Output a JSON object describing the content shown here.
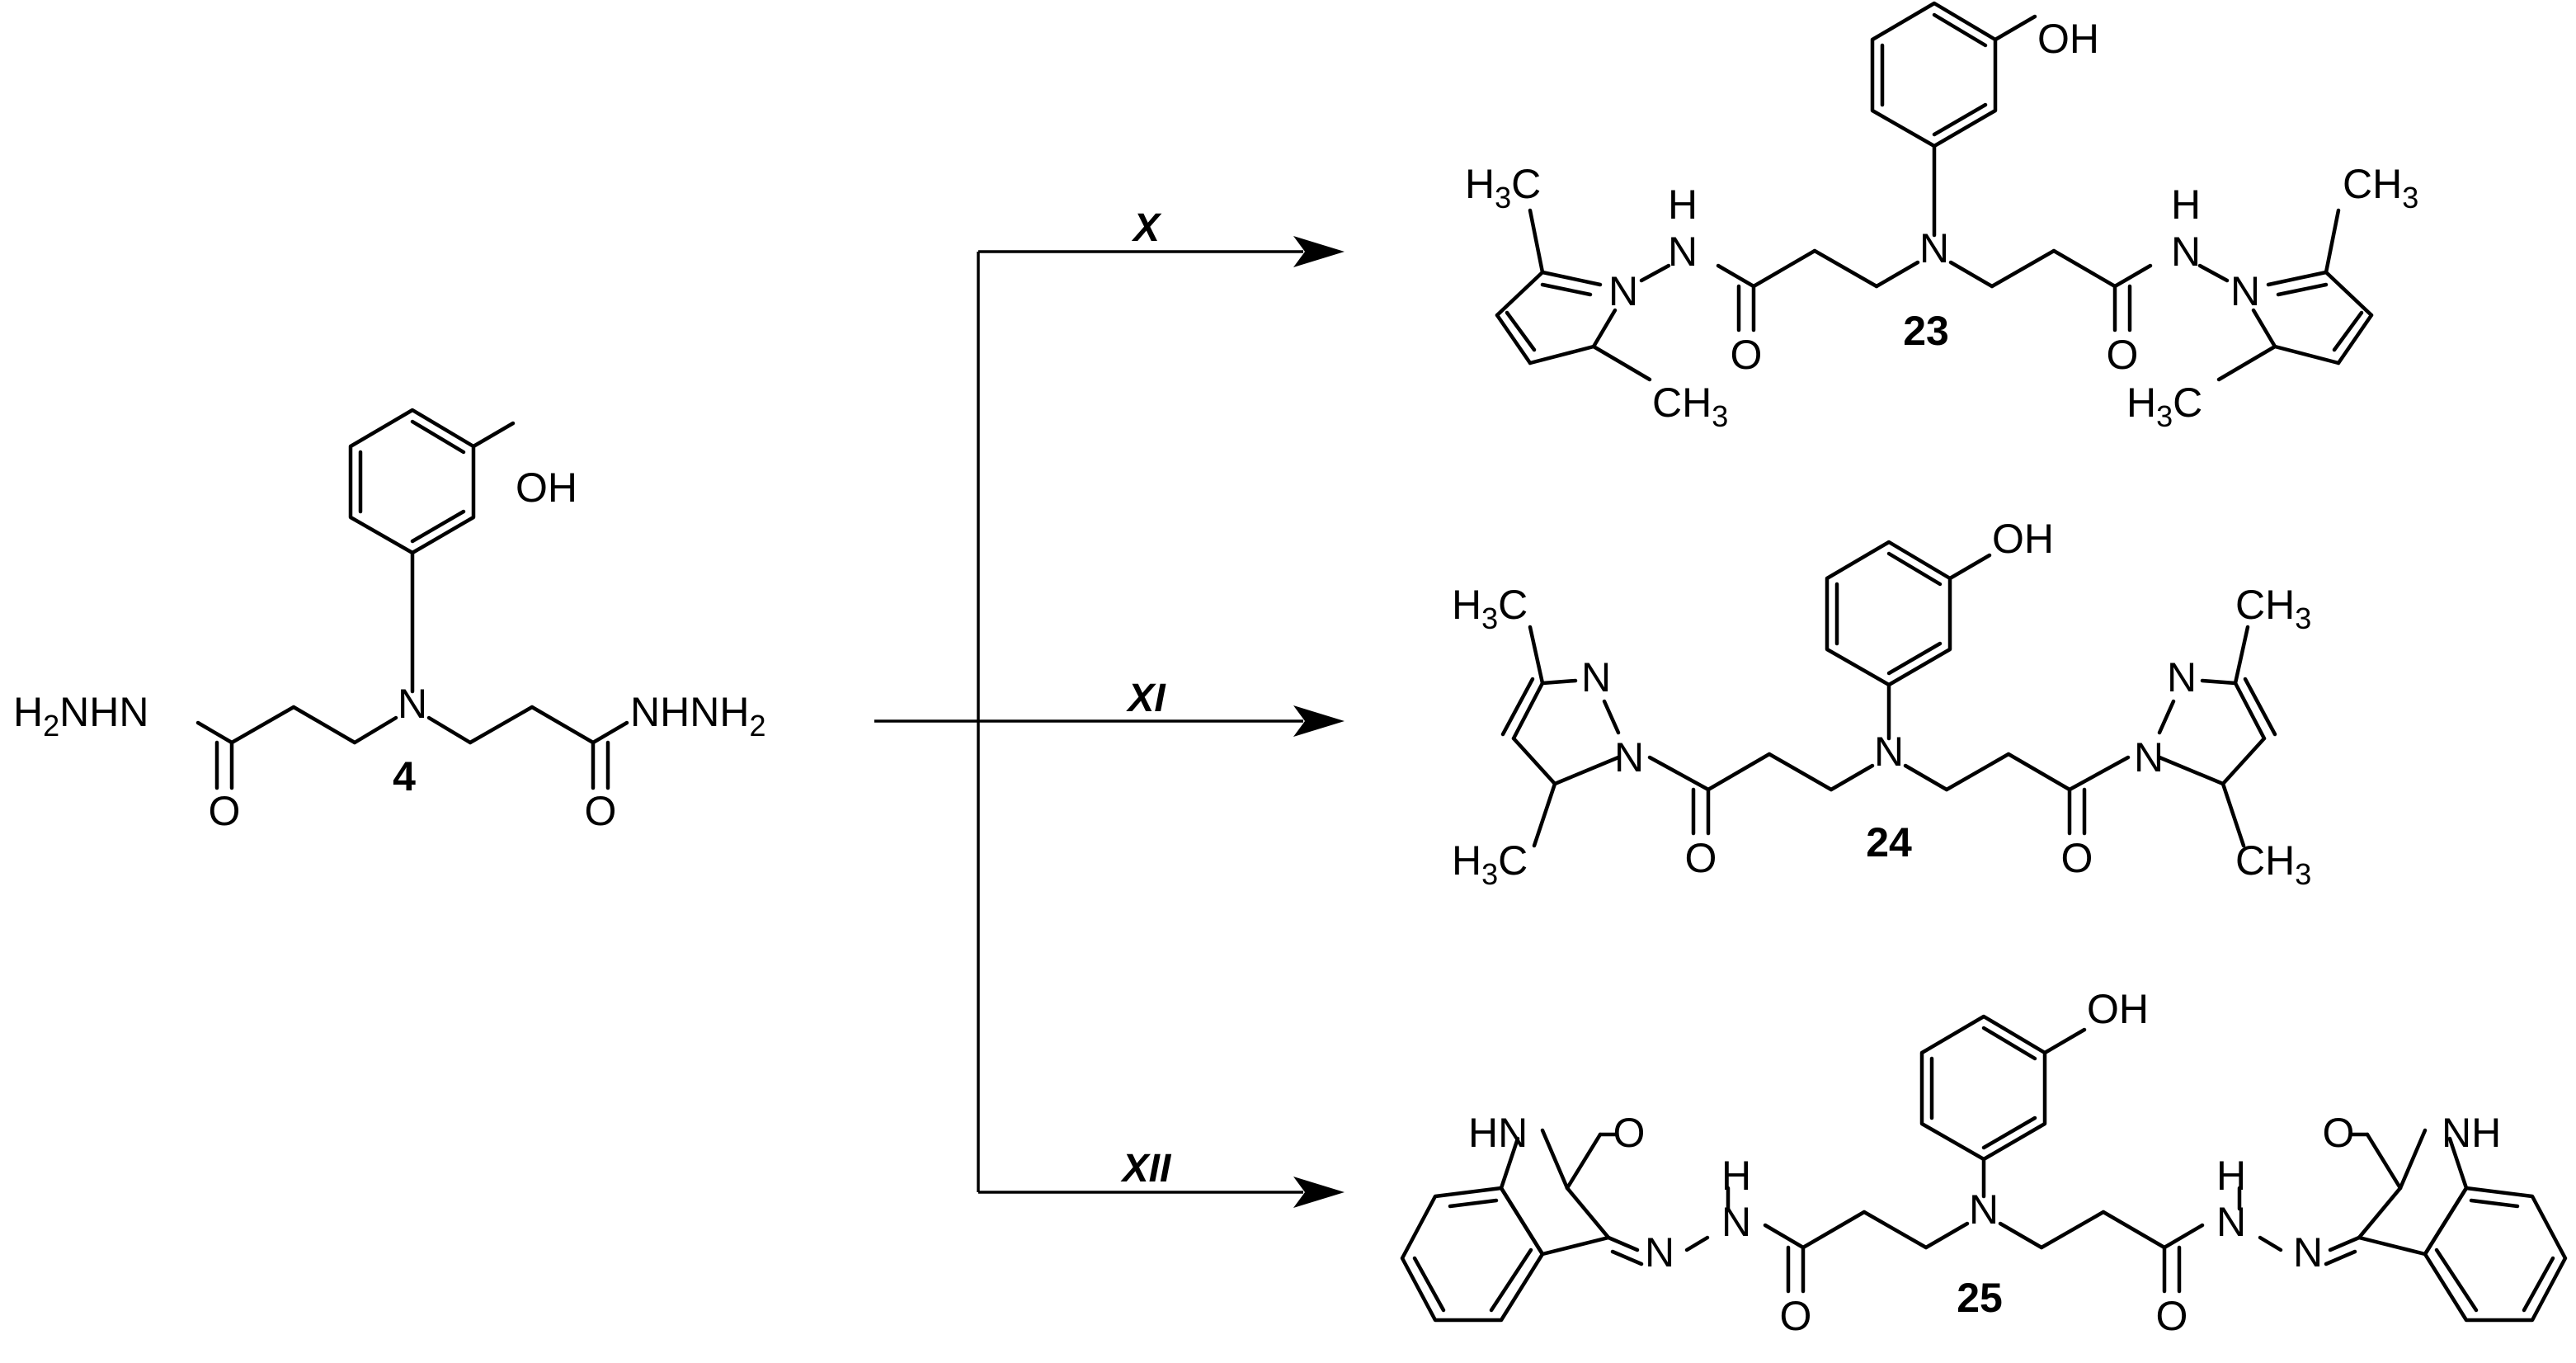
{
  "starting_material": {
    "compound_number": "4",
    "labels": {
      "hydroxyl": "OH",
      "left_terminal_prefix": "H",
      "left_terminal_sub": "2",
      "left_terminal_rest": "NHN",
      "central_n": "N",
      "right_terminal_main": "NHNH",
      "right_terminal_sub": "2",
      "left_carbonyl_o": "O",
      "right_carbonyl_o": "O"
    }
  },
  "reaction_conditions": [
    "X",
    "XI",
    "XII"
  ],
  "products": [
    {
      "compound_number": "23",
      "labels": {
        "hydroxyl": "OH",
        "central_n": "N",
        "nh_h": "H",
        "nh_n": "N",
        "ring_n": "N",
        "methyl_h": "H",
        "methyl_3": "3",
        "methyl_c": "C",
        "methyl_ch": "CH",
        "carbonyl_o": "O"
      }
    },
    {
      "compound_number": "24",
      "labels": {
        "hydroxyl": "OH",
        "central_n": "N",
        "ring_n": "N",
        "methyl_h": "H",
        "methyl_3": "3",
        "methyl_c": "C",
        "methyl_ch": "CH",
        "carbonyl_o": "O"
      }
    },
    {
      "compound_number": "25",
      "labels": {
        "hydroxyl": "OH",
        "central_n": "N",
        "nh_h": "H",
        "nh_n": "N",
        "imine_n": "N",
        "lactam_hn": "HN",
        "lactam_nh": "NH",
        "oxo": "O",
        "carbonyl_o": "O"
      }
    }
  ]
}
